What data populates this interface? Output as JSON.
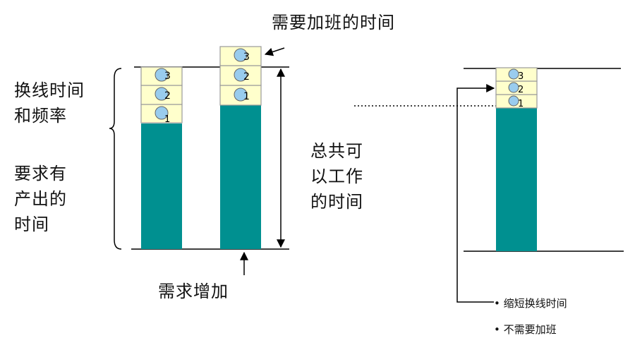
{
  "title_overtime": "需要加班的时间",
  "label_changeover": "换线时间\n和频率",
  "label_required": "要求有\n产出的\n时间",
  "label_total": "总共可\n以工作\n的时间",
  "label_demand": "需求增加",
  "bullets": [
    "缩短换线时间",
    "不需要加班"
  ],
  "block_numbers": [
    "1",
    "2",
    "3"
  ],
  "colors": {
    "production": "#009090",
    "block_fill": "#FFFFCC",
    "block_border": "#999999",
    "circle_fill": "#99CCEE",
    "line": "#000000"
  }
}
